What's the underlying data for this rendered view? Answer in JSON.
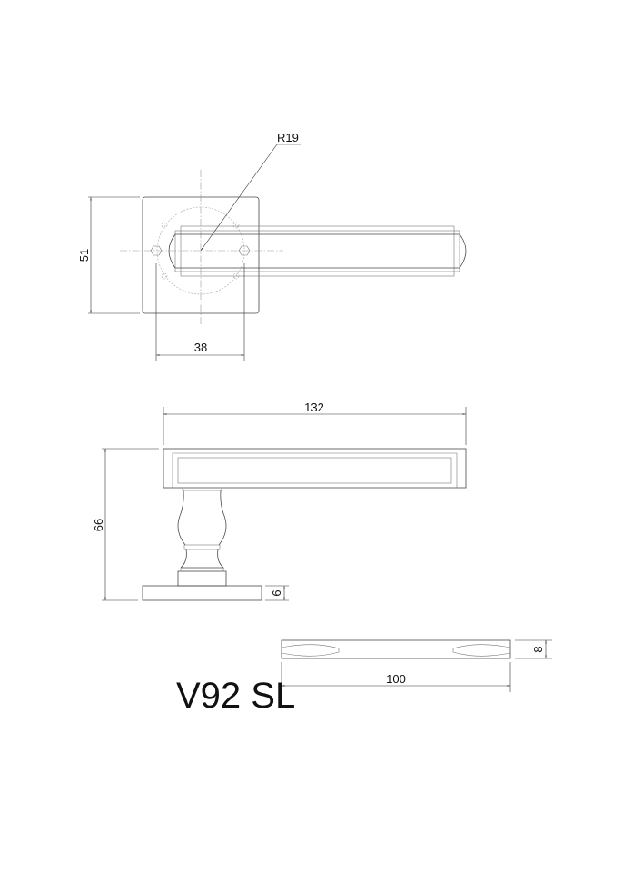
{
  "drawing": {
    "model": "V92 SL",
    "top_view": {
      "radius_label": "R19",
      "height_label": "51",
      "hole_spacing_label": "38"
    },
    "side_view": {
      "length_label": "132",
      "height_label": "66",
      "base_thickness_label": "6"
    },
    "plate_view": {
      "length_label": "100",
      "thickness_label": "8"
    }
  }
}
